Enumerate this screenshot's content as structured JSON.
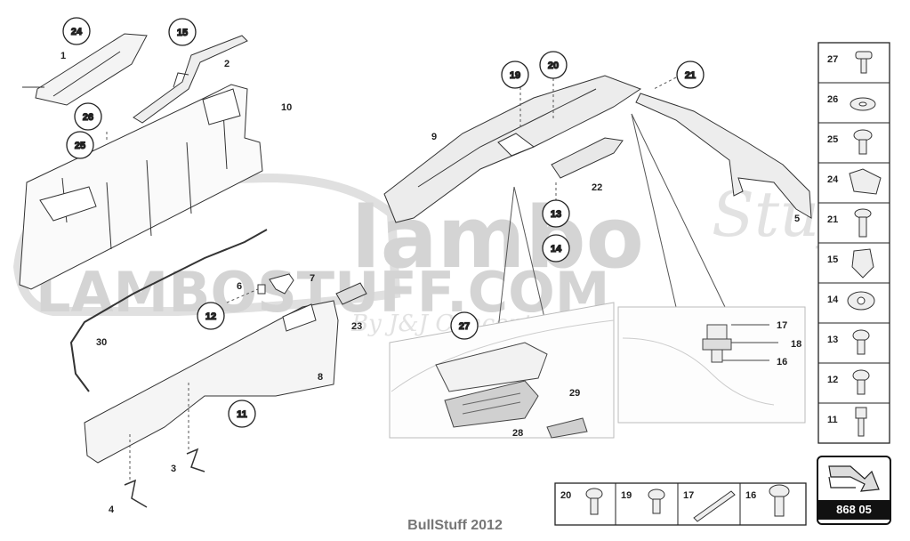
{
  "watermark": {
    "brand": "lambo",
    "script": "Stuff",
    "url": "LAMBOSTUFF.COM",
    "byline": "By J&J Concepts"
  },
  "callouts": [
    "24",
    "15",
    "26",
    "25",
    "12",
    "11",
    "27",
    "19",
    "20",
    "21",
    "13",
    "14"
  ],
  "labels": [
    "1",
    "2",
    "10",
    "6",
    "7",
    "23",
    "30",
    "8",
    "3",
    "4",
    "9",
    "22",
    "5",
    "17",
    "18",
    "16",
    "29",
    "28"
  ],
  "legend_right": [
    "27",
    "26",
    "25",
    "24",
    "21",
    "15",
    "14",
    "13",
    "12",
    "11"
  ],
  "legend_bottom": [
    "20",
    "19",
    "17",
    "16"
  ],
  "page_number": "868 05",
  "footer": "BullStuff 2012"
}
